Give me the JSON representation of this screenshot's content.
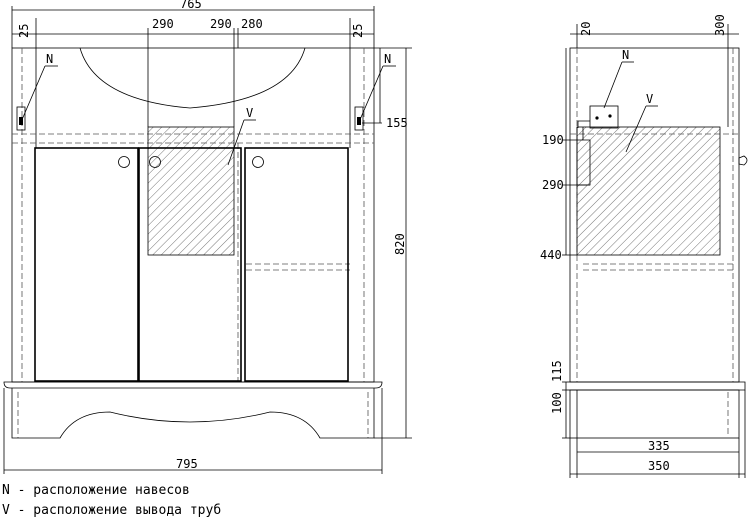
{
  "front_view": {
    "dims": {
      "overall_width": "765",
      "base_width": "795",
      "height": "820",
      "side_left": "25",
      "side_right": "25",
      "offset_a": "290",
      "offset_b": "290",
      "offset_c": "280",
      "hook_height": "155"
    },
    "labels": {
      "n_left": "N",
      "n_right": "N",
      "v": "V"
    }
  },
  "side_view": {
    "dims": {
      "top_left": "20",
      "top_right": "300",
      "h190": "190",
      "h290": "290",
      "h440": "440",
      "h115": "115",
      "h100": "100",
      "w335": "335",
      "w350": "350"
    },
    "labels": {
      "n": "N",
      "v": "V"
    }
  },
  "legend": {
    "n_line": "N - расположение навесов",
    "v_line": "V - расположение вывода труб"
  }
}
